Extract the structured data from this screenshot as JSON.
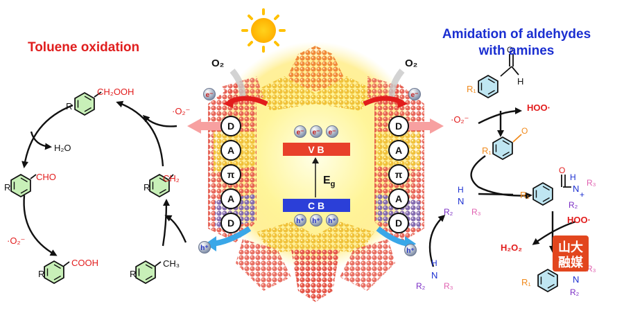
{
  "left": {
    "title": "Toluene oxidation",
    "r": "R",
    "ch2ooh": "CH₂OOH",
    "h2o": "H₂O",
    "cho": "CHO",
    "ch2_radical": "CH₂",
    "o2_radical": "·O₂⁻",
    "cooh": "COOH",
    "ch3": "CH₃"
  },
  "center": {
    "o2_left": "O₂",
    "o2_right": "O₂",
    "electron": "e⁻",
    "hole": "h⁺",
    "vb": "V B",
    "cb": "C B",
    "eg": "Eᵍ",
    "stack": [
      "D",
      "A",
      "π",
      "A",
      "D"
    ]
  },
  "right": {
    "title_line1": "Amidation of aldehydes",
    "title_line2": "with amines",
    "r1": "R₁",
    "r2": "R₂",
    "r3": "R₃",
    "h": "H",
    "o": "O",
    "n": "N",
    "plus": "+",
    "hoo_radical": "HOO·",
    "o2_radical": "·O₂⁻",
    "h2o2": "H₂O₂"
  },
  "watermark": [
    "山大",
    "融媒"
  ],
  "colors": {
    "red": "#e01e1e",
    "blue": "#1b2fd1",
    "ring_green": "#c8f0b8",
    "ring_blue": "#bfe6f2",
    "vb": "#e8402a",
    "cb": "#2b3fd8",
    "orange": "#f08a1c",
    "purple": "#7a2cc4",
    "pink": "#e060b0"
  }
}
